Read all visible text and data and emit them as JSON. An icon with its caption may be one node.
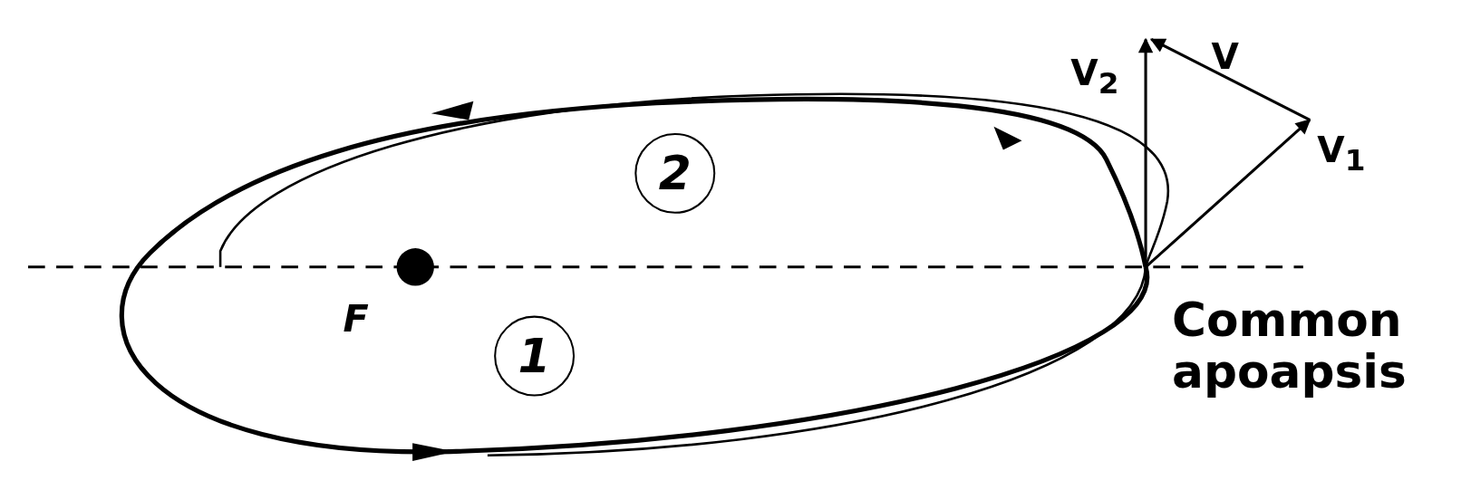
{
  "diagram": {
    "nodes": [
      {
        "text": [
          "2"
        ]
      },
      {
        "text": [
          "1"
        ]
      }
    ],
    "edges": [],
    "labels": [
      "V$_{2}$",
      "V",
      "V$_{1}$",
      "F",
      "Common apoapsis"
    ]
  }
}
